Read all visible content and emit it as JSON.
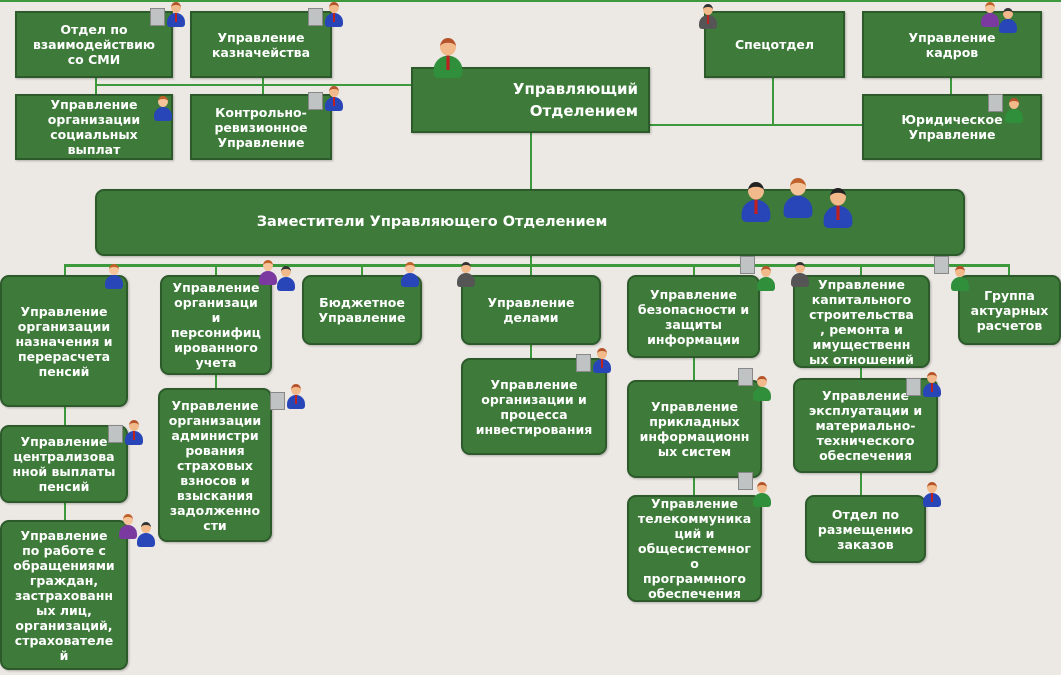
{
  "manager": "Управляющий\nОтделением",
  "deputies": "Заместители Управляющего Отделением",
  "top_left": [
    "Отдел по\nвзаимодействию\nсо СМИ",
    "Управление\nказначейства",
    "Управление\nорганизации\nсоциальных\nвыплат",
    "Контрольно-\nревизионное\nУправление"
  ],
  "top_right": [
    "Спецотдел",
    "Управление\nкадров",
    "Юридическое\nУправление"
  ],
  "departments": [
    "Управление\nорганизации\nназначения и\nперерасчета\nпенсий",
    "Управление\nорганизаци\nи\nперсонифиц\nированного\nучета",
    "Бюджетное\nУправление",
    "Управление\nделами",
    "Управление\nбезопасности и\nзащиты\nинформации",
    "Управление\nкапитального\nстроительства\n, ремонта и\nимущественн\nых отношений",
    "Группа\nактуарных\nрасчетов"
  ],
  "sub_departments": [
    "Управление\nцентрализова\nнной выплаты\nпенсий",
    "Управление\nпо работе с\nобращениями\nграждан,\nзастрахованн\nых лиц,\nорганизаций,\nстрахователе\nй",
    "Управление\nорганизации\nадминистри\nрования\nстраховых\nвзносов и\nвзыскания\nзадолженно\nсти",
    "Управление\nорганизации и\nпроцесса\nинвестирования",
    "Управление\nприкладных\nинформационн\nых систем",
    "Управление\nтелекоммуника\nций и\nобщесистемног\nо\nпрограммного\nобеспечения",
    "Управление\nэксплуатации и\nматериально-\nтехнического\nобеспечения",
    "Отдел по\nразмещению\nзаказов"
  ],
  "colors": {
    "box": "#3e7b3a",
    "line": "#3c9a3c",
    "background": "#ece8e4"
  }
}
